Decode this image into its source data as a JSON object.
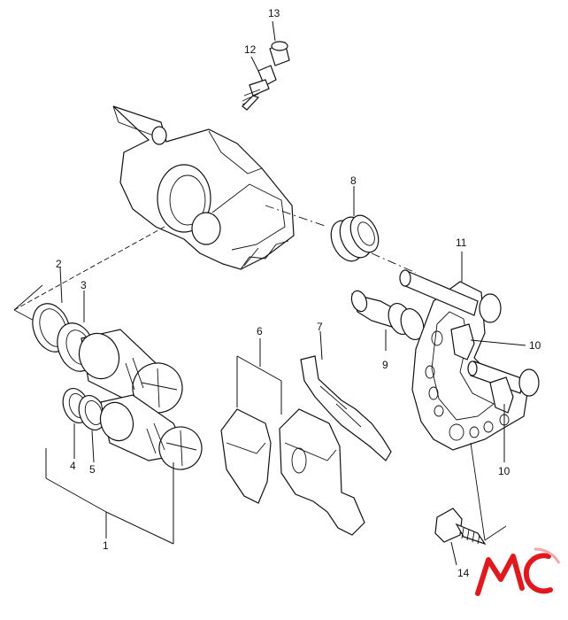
{
  "callouts": {
    "c1": "1",
    "c2": "2",
    "c3": "3",
    "c4": "4",
    "c5": "5",
    "c6": "6",
    "c7": "7",
    "c8": "8",
    "c9": "9",
    "c10a": "10",
    "c10b": "10",
    "c11": "11",
    "c12": "12",
    "c13": "13",
    "c14": "14"
  },
  "logo": {
    "text": "MC",
    "color": "#e0191f"
  }
}
